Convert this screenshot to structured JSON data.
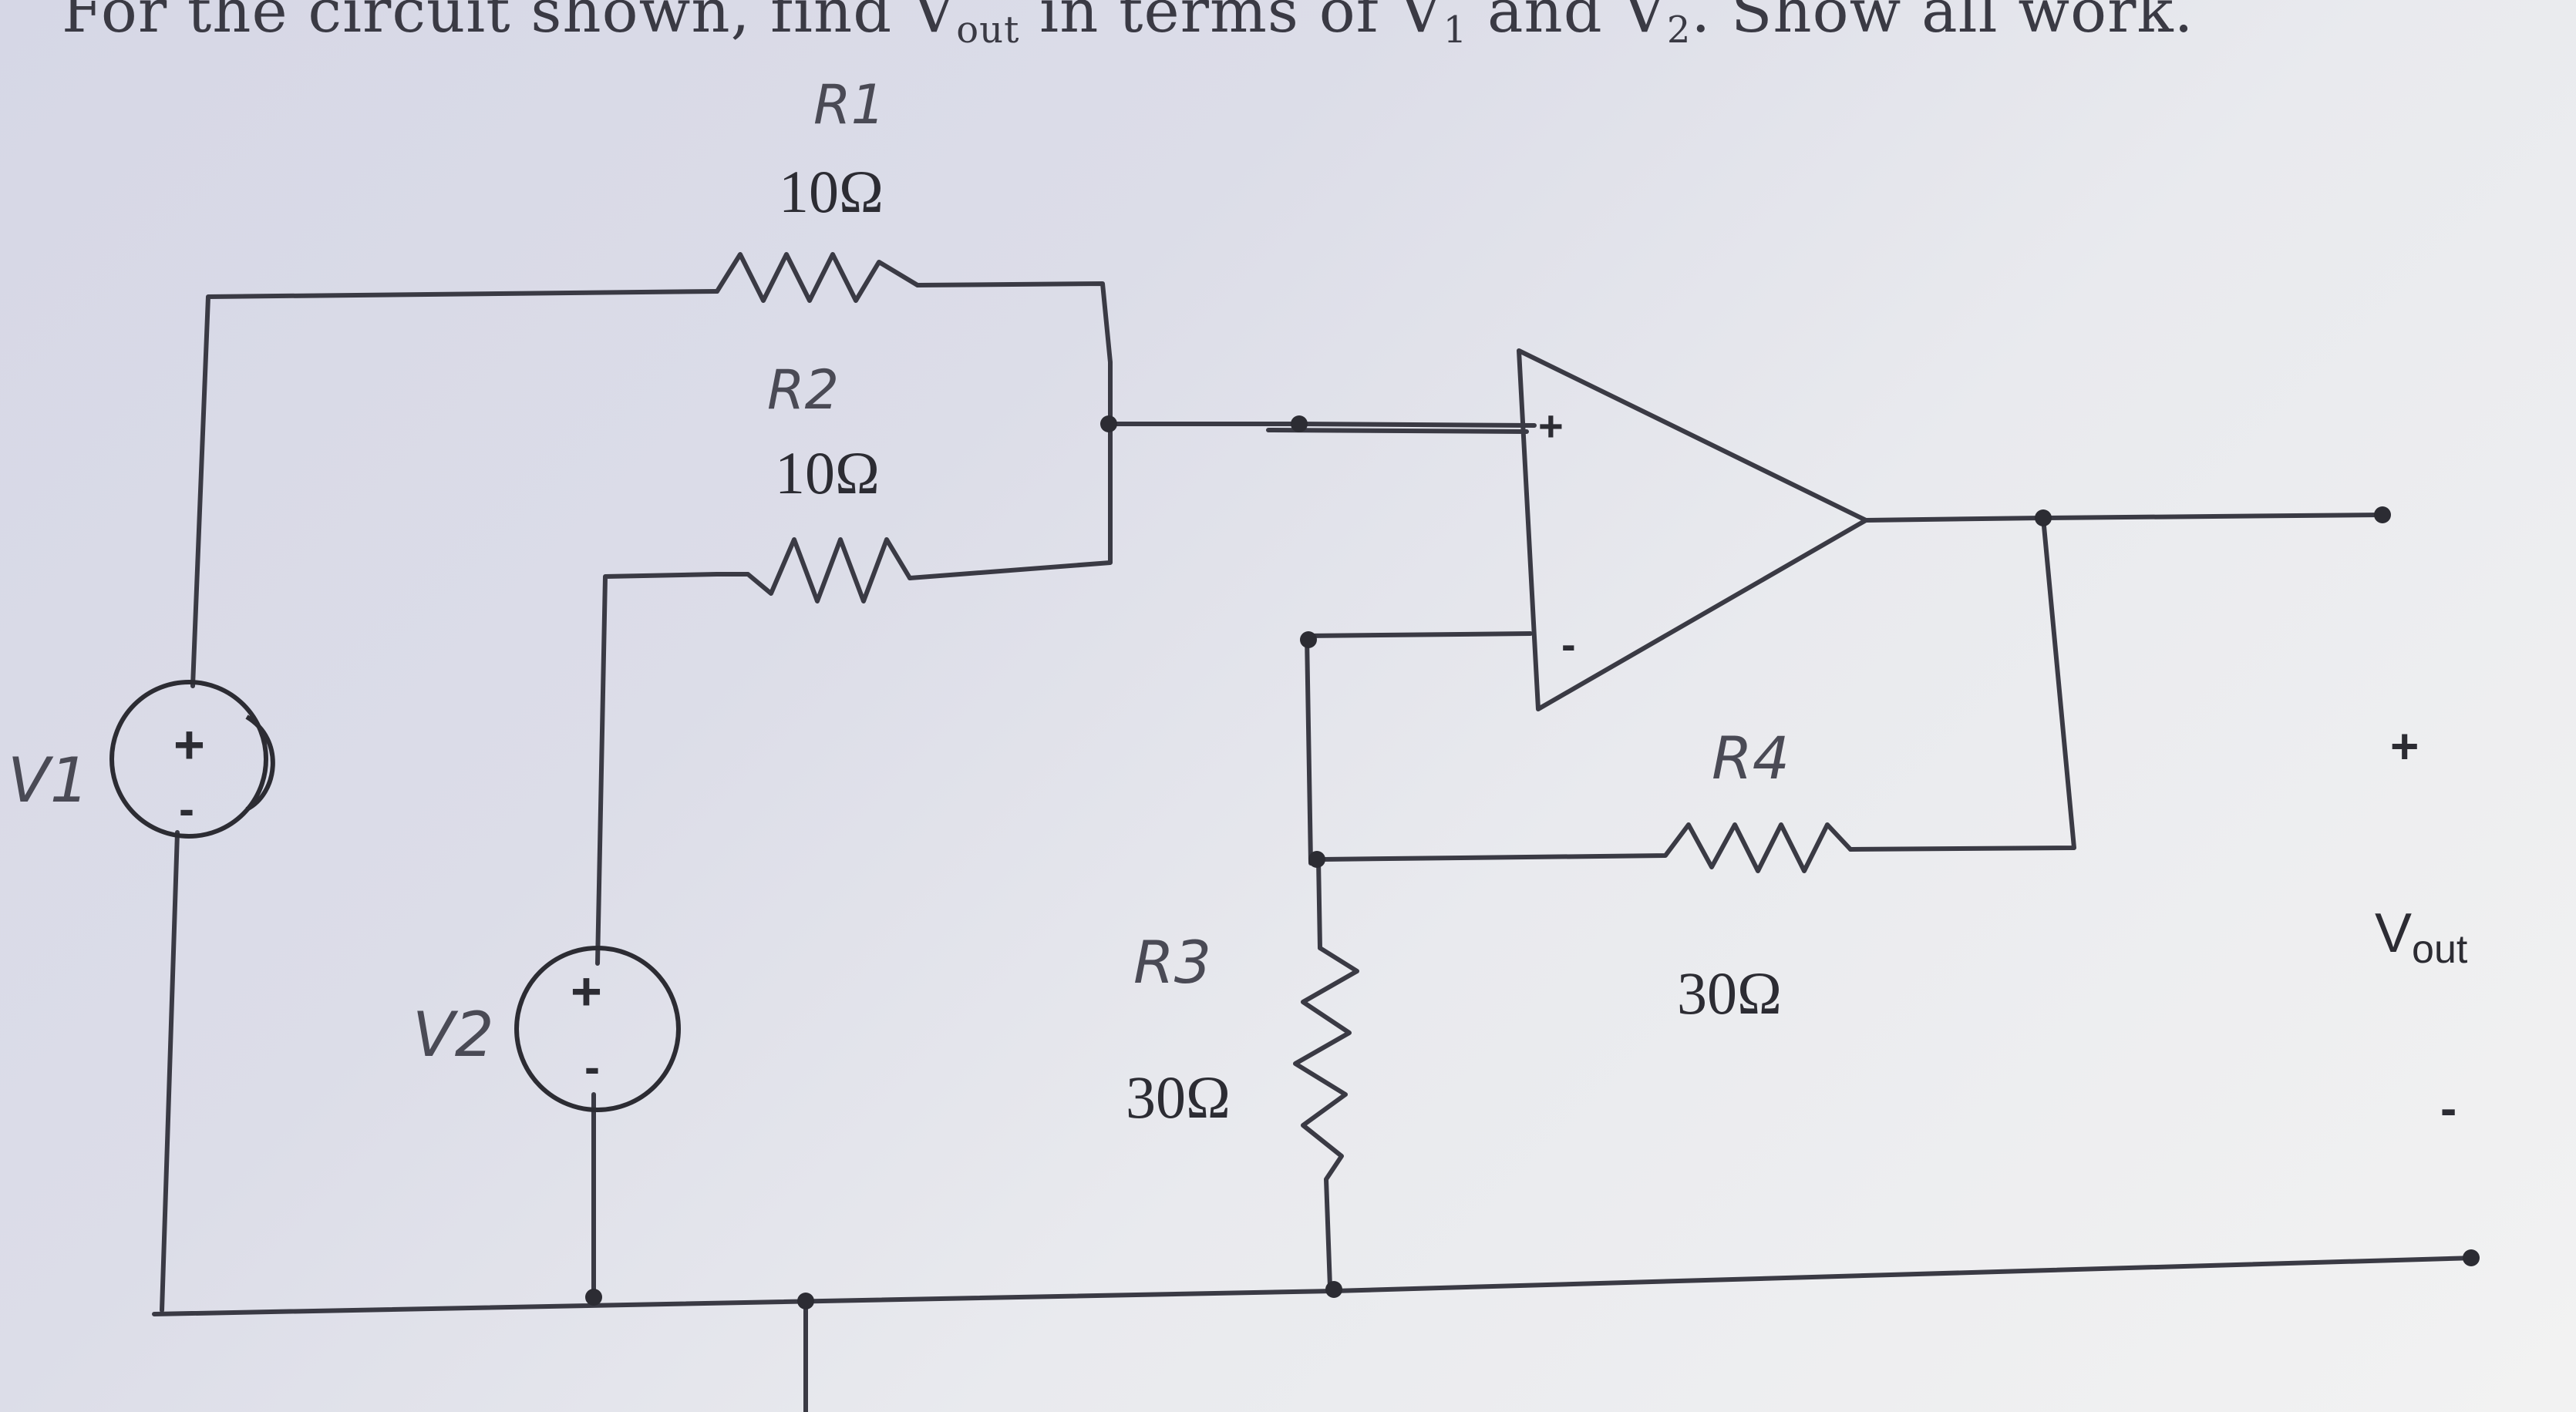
{
  "question": {
    "text_a": "For the circuit shown, find V",
    "vout_sub": "out",
    "text_b": " in terms of V",
    "v1_sub": "1",
    "text_c": " and V",
    "v2_sub": "2",
    "text_d": ". Show all work."
  },
  "components": {
    "r1": {
      "label": "R1",
      "value": "10Ω"
    },
    "r2": {
      "label": "R2",
      "value": "10Ω"
    },
    "r3": {
      "label": "R3",
      "value": "30Ω"
    },
    "r4": {
      "label": "R4",
      "value": "30Ω"
    },
    "v1": {
      "label": "V1",
      "plus": "+",
      "minus": "-"
    },
    "v2": {
      "label": "V2",
      "plus": "+",
      "minus": "-"
    },
    "opamp": {
      "plus": "+",
      "minus": "-"
    },
    "output": {
      "plus": "+",
      "label": "V",
      "label_sub": "out",
      "minus": "-"
    }
  }
}
